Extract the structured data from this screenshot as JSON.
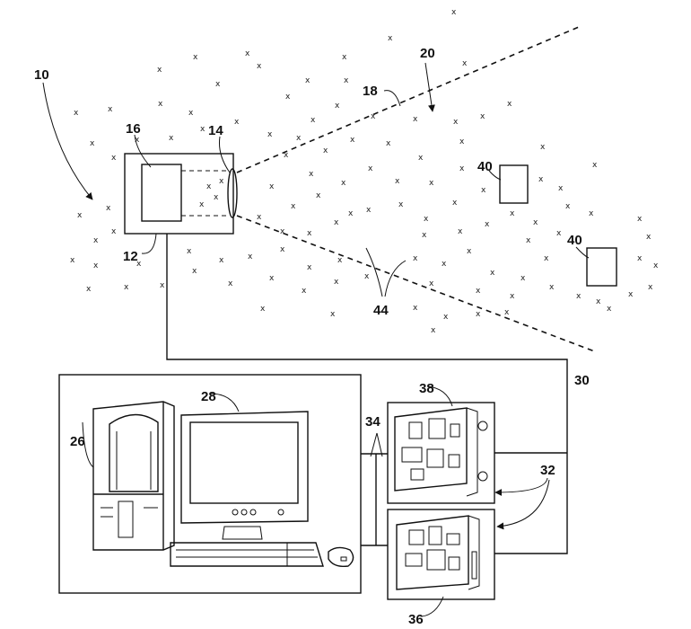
{
  "figure": {
    "labels": {
      "system": "10",
      "camera": "12",
      "lens": "14",
      "sensor": "16",
      "fov_edge": "18",
      "scene": "20",
      "computer_tower": "26",
      "monitor": "28",
      "cable": "30",
      "boards_pointer": "32",
      "bus": "34",
      "board_lower": "36",
      "board_upper": "38",
      "object_a": "40",
      "object_b": "40",
      "particles": "44"
    },
    "particle_glyph": "x"
  }
}
